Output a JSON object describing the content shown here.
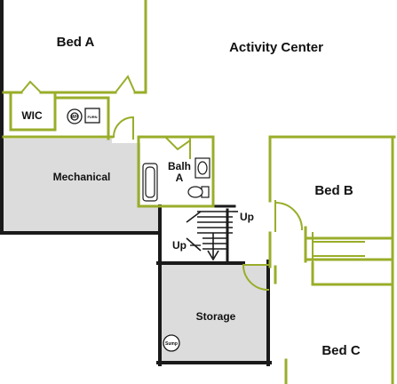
{
  "plan": {
    "rooms": [
      {
        "key": "bed_a",
        "name": "Bed A"
      },
      {
        "key": "activity_center",
        "name": "Activity Center"
      },
      {
        "key": "wic",
        "name": "WIC"
      },
      {
        "key": "mechanical",
        "name": "Mechanical"
      },
      {
        "key": "bath_a_line1",
        "name": "Balh"
      },
      {
        "key": "bath_a_line2",
        "name": "A"
      },
      {
        "key": "bed_b",
        "name": "Bed B"
      },
      {
        "key": "storage",
        "name": "Storage"
      },
      {
        "key": "bed_c",
        "name": "Bed C"
      }
    ],
    "stairs": {
      "up_right": "Up",
      "up_left": "Up"
    },
    "fixtures": {
      "water_heater": "WH",
      "furnace": "FURN",
      "sump": "Sump"
    },
    "colors": {
      "wall": "#1a1a1a",
      "green_wall": "#9aad2a",
      "mechanical_fill": "#dcdcdc",
      "storage_fill": "#dcdcdc",
      "floor": "#ffffff"
    }
  }
}
